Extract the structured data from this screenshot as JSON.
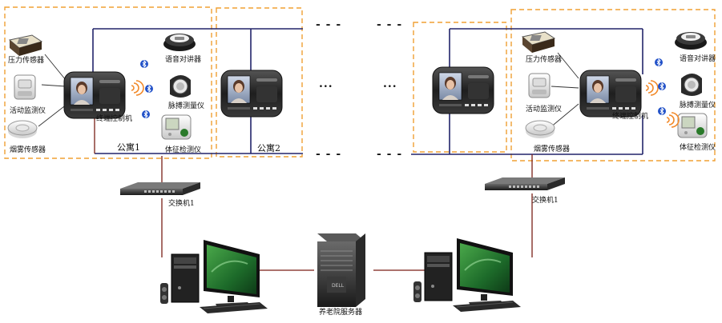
{
  "diagram": {
    "apartment1": {
      "name": "公寓1",
      "terminal": "终端控制机",
      "pressure": "压力传感器",
      "activity": "活动监测仪",
      "smoke": "烟雾传感器",
      "intercom": "语音对讲器",
      "pulse": "脉搏测量仪",
      "vitals": "体征检测仪"
    },
    "apartment2": {
      "name": "公寓2"
    },
    "apartment_n": {
      "terminal": "终端控制机",
      "pressure": "压力传感器",
      "activity": "活动监测仪",
      "smoke": "烟雾传感器",
      "intercom": "语音对讲器",
      "pulse": "脉搏测量仪",
      "vitals": "体征检测仪"
    },
    "switch_left": "交换机1",
    "switch_right": "交换机1",
    "server": "养老院服务器",
    "ellipsis_text": "...",
    "ellipsis_dash": "- - -"
  },
  "colors": {
    "dashed_border": "#f0a033",
    "bus_line": "#22246a",
    "link_line": "#7a1f16",
    "device_dark": "#2a2a2a",
    "wifi_orange": "#f28a2a",
    "bluetooth_blue": "#2050c8"
  },
  "icons": [
    "bluetooth-icon",
    "wifi-signal-icon",
    "terminal-controller",
    "network-switch",
    "desktop-computer",
    "tower-server"
  ]
}
